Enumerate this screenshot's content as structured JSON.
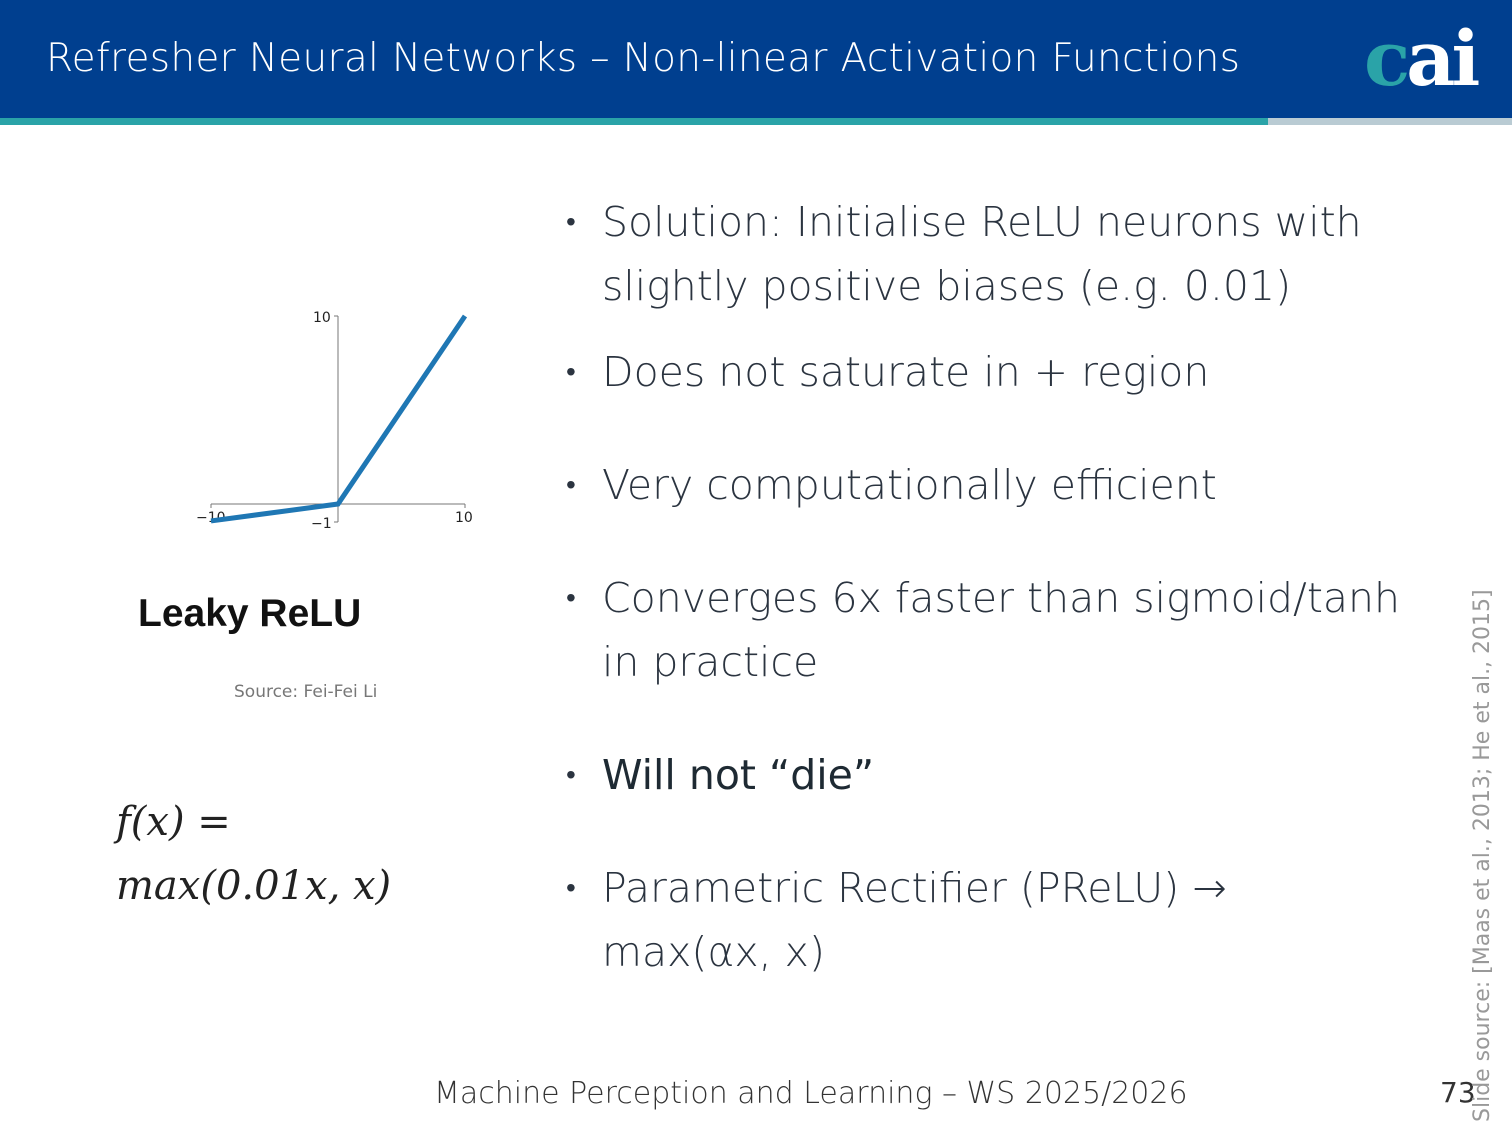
{
  "header": {
    "title": "Refresher Neural Networks – Non-linear Activation Functions",
    "logo_text": "cai"
  },
  "bullets": [
    "Solution: Initialise ReLU neurons with slightly positive biases (e.g. 0.01)",
    "Does not saturate in + region",
    "Very computationally efficient",
    "Converges 6x faster than sigmoid/tanh in practice",
    "Will not “die”",
    "Parametric Rectifier (PReLU) → max(αx, x)"
  ],
  "figure": {
    "title": "Leaky ReLU",
    "source": "Source: Fei-Fei Li"
  },
  "formula": {
    "line1": "f(x) =",
    "line2": "max(0.01x, x)"
  },
  "chart_data": {
    "type": "line",
    "title": "Leaky ReLU",
    "x_ticks": [
      "−10",
      "10"
    ],
    "y_ticks": [
      "10",
      "−1"
    ],
    "xlim": [
      -10,
      10
    ],
    "ylim": [
      -1,
      10
    ],
    "series": [
      {
        "name": "Leaky ReLU",
        "color": "#1f77b4",
        "x": [
          -10,
          0,
          10
        ],
        "y": [
          -0.9,
          0,
          10
        ]
      }
    ]
  },
  "footer": {
    "course": "Machine Perception and Learning – WS 2025/2026",
    "page": "73",
    "slide_source": "Slide source: [Maas et al., 2013; He et al., 2015]"
  },
  "colors": {
    "header": "#003f8f",
    "accent": "#2aa3a8"
  }
}
